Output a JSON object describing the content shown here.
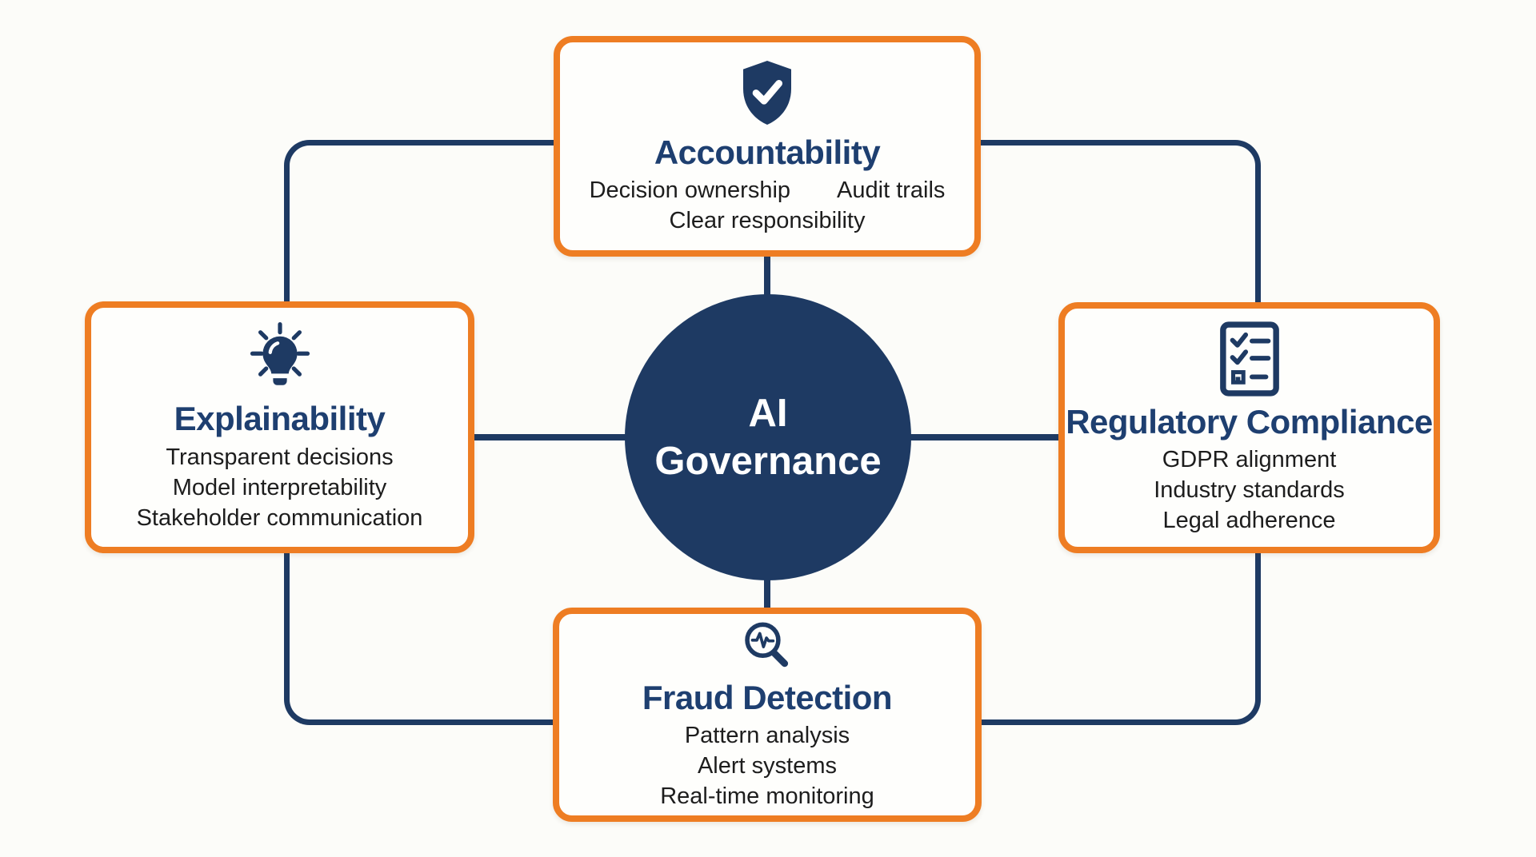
{
  "colors": {
    "bg": "#fcfcf9",
    "box-bg": "#fefefc",
    "orange": "#ee7d23",
    "navy": "#1e3a63",
    "title": "#1e3f70",
    "body": "#1d1d1d",
    "circle-text": "#ffffff"
  },
  "center": {
    "line1": "AI",
    "line2": "Governance"
  },
  "nodes": [
    {
      "id": "accountability",
      "icon": "shield-check-icon",
      "title": "Accountability",
      "items": [
        "Decision ownership",
        "Audit trails",
        "Clear responsibility"
      ]
    },
    {
      "id": "explainability",
      "icon": "lightbulb-icon",
      "title": "Explainability",
      "items": [
        "Transparent decisions",
        "Model interpretability",
        "Stakeholder communication"
      ]
    },
    {
      "id": "regulatory-compliance",
      "icon": "checklist-icon",
      "title": "Regulatory Compliance",
      "items": [
        "GDPR alignment",
        "Industry standards",
        "Legal adherence"
      ]
    },
    {
      "id": "fraud-detection",
      "icon": "magnifier-pulse-icon",
      "title": "Fraud Detection",
      "items": [
        "Pattern analysis",
        "Alert systems",
        "Real-time monitoring"
      ]
    }
  ]
}
